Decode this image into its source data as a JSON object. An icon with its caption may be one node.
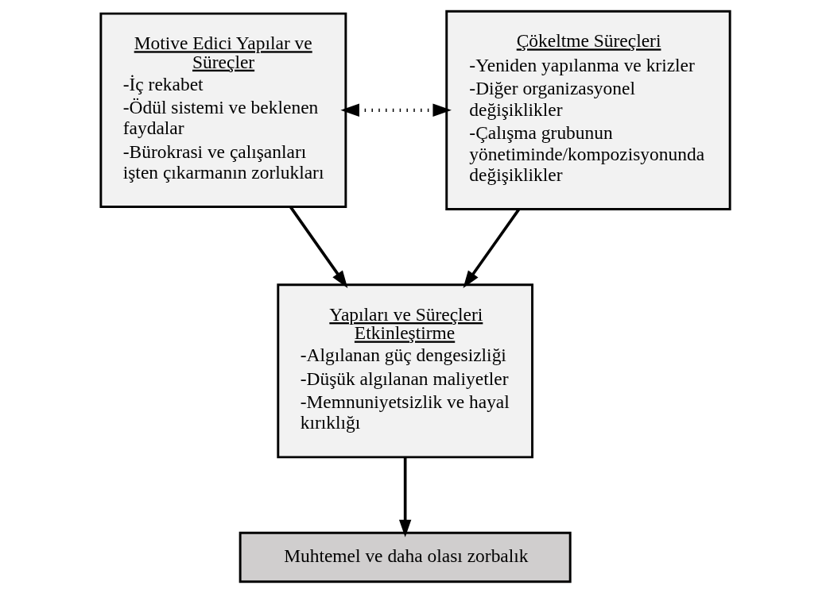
{
  "diagram": {
    "nodes": [
      {
        "text": [
          "Motive Edici Yapılar ve Süreçler",
          "-İç rekabet",
          "-Ödül sistemi ve beklenen faydalar",
          "-Bürokrasi ve çalışanları işten çıkarmanın zorlukları"
        ]
      },
      {
        "text": [
          "Çökeltme Süreçleri",
          "-Yeniden yapılanma ve krizler",
          "-Diğer organizasyonel değişiklikler",
          "-Çalışma grubunun yönetiminde/kompozisyonunda değişiklikler"
        ]
      },
      {
        "text": [
          "Yapıları ve Süreçleri Etkinleştirme",
          "-Algılanan güç dengesizliği",
          "-Düşük algılanan maliyetler",
          "-Memnuniyetsizlik ve hayal kırıklığı"
        ]
      },
      {
        "text": [
          "Muhtemel ve daha olası zorbalık"
        ]
      }
    ],
    "edges": [
      {
        "from": 0,
        "to": 1,
        "arrow": "both",
        "style": "dashed"
      },
      {
        "from": 0,
        "to": 2,
        "arrow": "to"
      },
      {
        "from": 1,
        "to": 2,
        "arrow": "to"
      },
      {
        "from": 2,
        "to": 3,
        "arrow": "to"
      }
    ]
  }
}
